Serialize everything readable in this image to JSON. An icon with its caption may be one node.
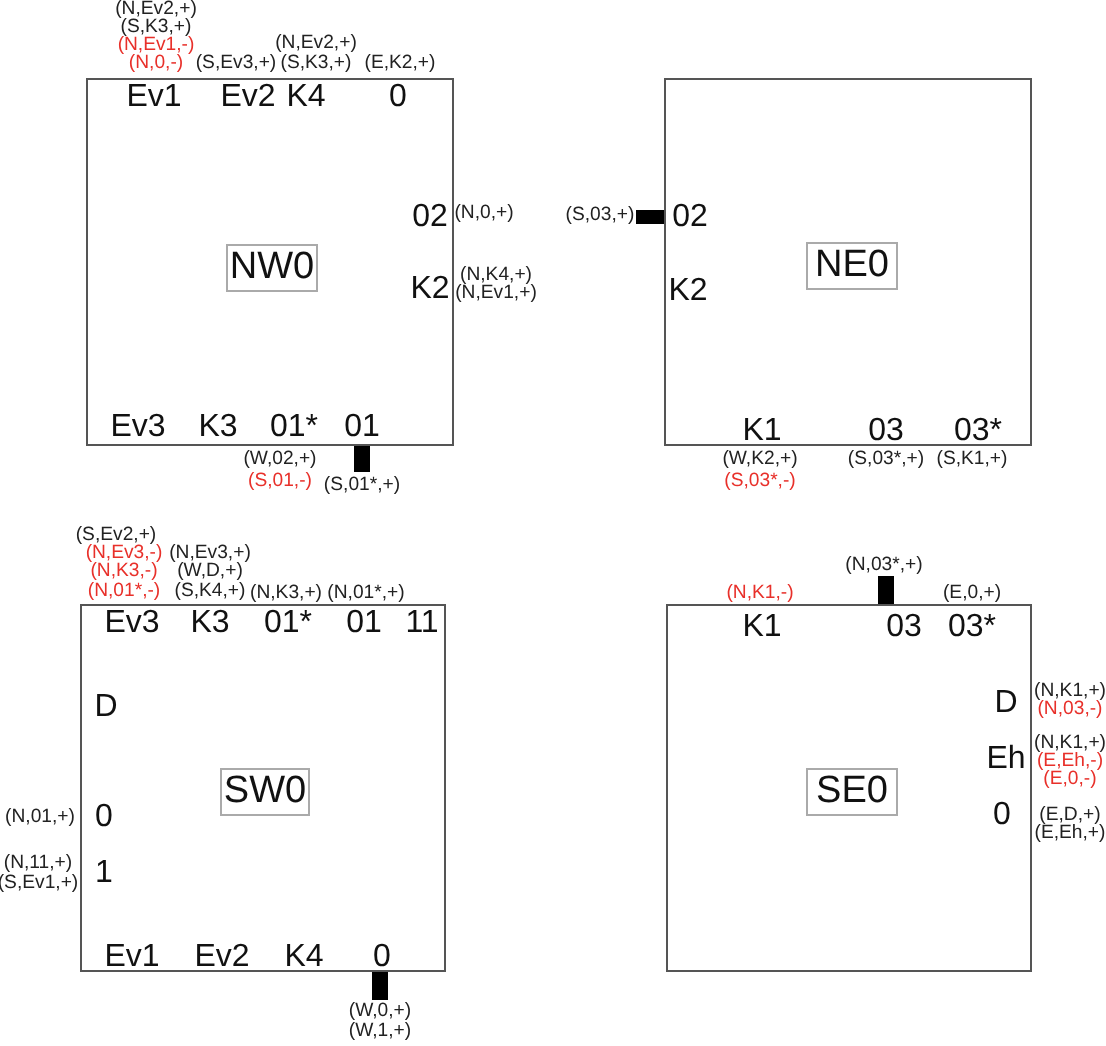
{
  "diagram": {
    "nodes": [
      {
        "text": [
          "Ev1",
          "Ev2",
          "K4",
          "0",
          "02",
          "K2",
          "Ev3",
          "K3",
          "01*",
          "01"
        ],
        "beside": [
          "(N,Ev2,+)",
          "(S,K3,+)",
          "(N,Ev1,-)",
          "(N,0,-)",
          "(S,Ev3,+)",
          "(N,Ev2,+)",
          "(S,K3,+)",
          "(E,K2,+)",
          "(N,0,+)",
          "(N,K4,+)",
          "(N,Ev1,+)",
          "(W,02,+)",
          "(S,01,-)",
          "(S,01*,+)"
        ]
      },
      {
        "text": [
          "NW0"
        ],
        "in": 0
      },
      {
        "text": [
          "02",
          "K2",
          "K1",
          "03",
          "03*"
        ],
        "beside": [
          "(S,03,+)",
          "(W,K2,+)",
          "(S,03*,-)",
          "(S,03*,+)",
          "(S,K1,+)"
        ]
      },
      {
        "text": [
          "NE0"
        ],
        "in": 2
      },
      {
        "text": [
          "Ev3",
          "K3",
          "01*",
          "01",
          "11",
          "D",
          "0",
          "1",
          "Ev1",
          "Ev2",
          "K4",
          "0"
        ],
        "beside": [
          "(S,Ev2,+)",
          "(N,Ev3,-)",
          "(N,K3,-)",
          "(N,01*,-)",
          "(N,Ev3,+)",
          "(W,D,+)",
          "(S,K4,+)",
          "(N,K3,+)",
          "(N,01*,+)",
          "(N,01,+)",
          "(N,11,+)",
          "(S,Ev1,+)",
          "(W,0,+)",
          "(W,1,+)"
        ]
      },
      {
        "text": [
          "SW0"
        ],
        "in": 4
      },
      {
        "text": [
          "K1",
          "03",
          "03*",
          "D",
          "Eh",
          "0"
        ],
        "beside": [
          "(N,K1,-)",
          "(N,03*,+)",
          "(E,0,+)",
          "(N,K1,+)",
          "(N,03,-)",
          "(N,K1,+)",
          "(E,Eh,-)",
          "(E,0,-)",
          "(E,D,+)",
          "(E,Eh,+)"
        ]
      },
      {
        "text": [
          "SE0"
        ],
        "in": 6
      }
    ],
    "edges": []
  }
}
